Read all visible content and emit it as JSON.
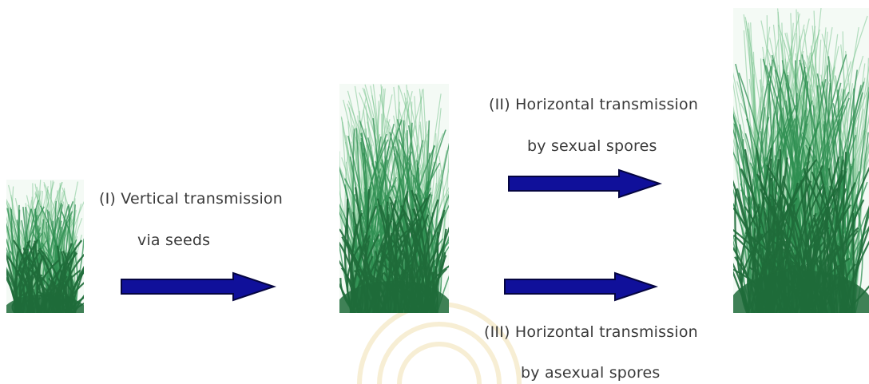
{
  "labels": {
    "vertical_line1": "(I) Vertical transmission",
    "vertical_line2": "via seeds",
    "sexual_line1": "(II) Horizontal  transmission",
    "sexual_line2": "by sexual spores",
    "asexual_line1": "(III) Horizontal  transmission",
    "asexual_line2": "by asexual spores"
  },
  "colors": {
    "arrow_fill": "#10109a",
    "arrow_stroke": "#050540",
    "grass_dark": "#1f6b3a",
    "grass_mid": "#2f8f52",
    "grass_light": "#7cc48f",
    "text": "#3a3a3a"
  },
  "plants": [
    {
      "name": "small-grass-plant",
      "stage": "small"
    },
    {
      "name": "medium-grass-plant",
      "stage": "medium"
    },
    {
      "name": "large-grass-plant",
      "stage": "large"
    }
  ]
}
